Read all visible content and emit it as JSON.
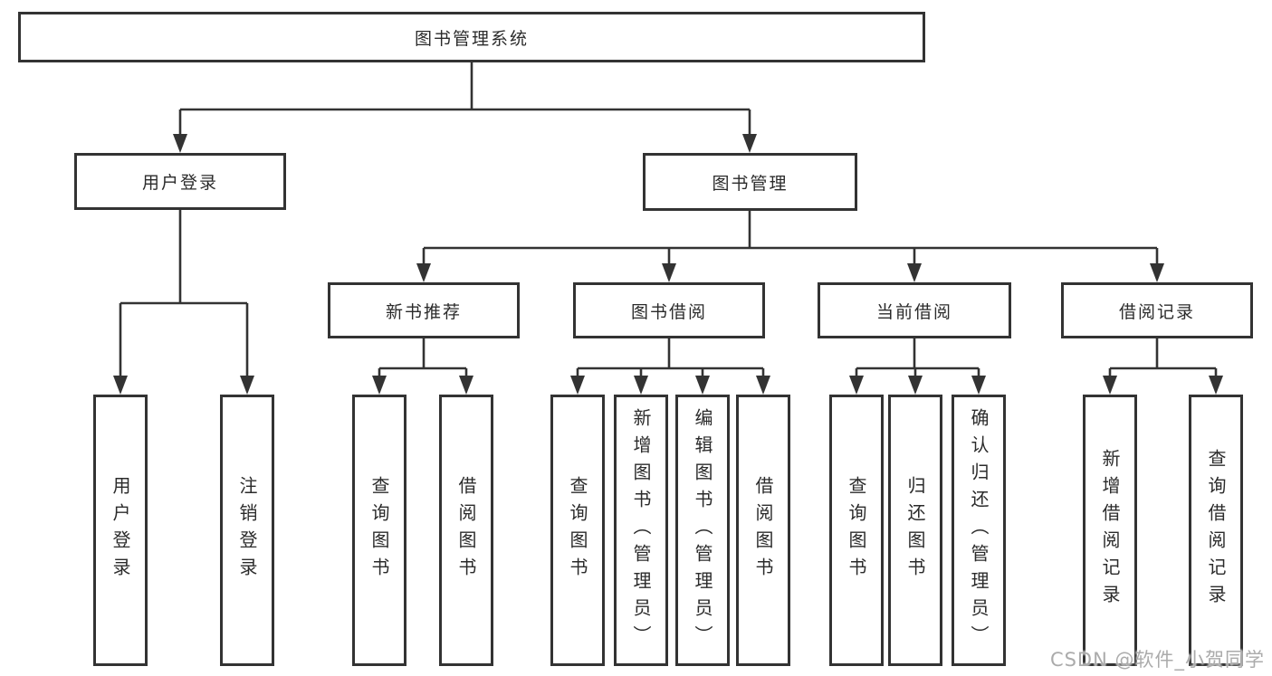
{
  "colors": {
    "line": "#333333",
    "ink": "#2b2b2b",
    "watermark": "#ababab"
  },
  "diagram": {
    "root": "图书管理系统",
    "branches": {
      "user_login": {
        "label": "用户登录",
        "leaves": {
          "login": "用户登录",
          "logout": "注销登录"
        }
      },
      "book_mgmt": {
        "label": "图书管理",
        "sections": {
          "new_book": {
            "label": "新书推荐",
            "leaves": {
              "query": "查询图书",
              "borrow": "借阅图书"
            }
          },
          "borrowing": {
            "label": "图书借阅",
            "leaves": {
              "query": "查询图书",
              "add": "新增图书（管理员）",
              "edit": "编辑图书（管理员）",
              "borrow": "借阅图书"
            }
          },
          "current": {
            "label": "当前借阅",
            "leaves": {
              "query": "查询图书",
              "return": "归还图书",
              "confirm": "确认归还（管理员）"
            }
          },
          "records": {
            "label": "借阅记录",
            "leaves": {
              "add": "新增借阅记录",
              "query": "查询借阅记录"
            }
          }
        }
      }
    }
  },
  "watermark": "CSDN @软件_小贺同学"
}
